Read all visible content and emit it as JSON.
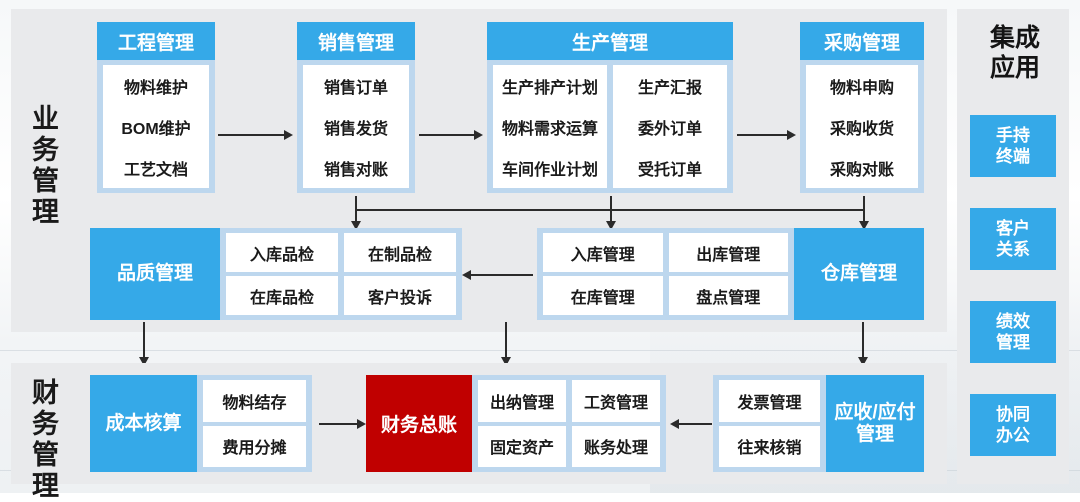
{
  "sections": {
    "business": {
      "label": [
        "业",
        "务",
        "管",
        "理"
      ]
    },
    "finance": {
      "label": [
        "财",
        "务",
        "管",
        "理"
      ]
    }
  },
  "integration": {
    "title": [
      "集成",
      "应用"
    ],
    "buttons": [
      {
        "lines": [
          "手持",
          "终端"
        ]
      },
      {
        "lines": [
          "客户",
          "关系"
        ]
      },
      {
        "lines": [
          "绩效",
          "管理"
        ]
      },
      {
        "lines": [
          "协同",
          "办公"
        ]
      }
    ]
  },
  "business_row1": [
    {
      "header": "工程管理",
      "rows": [
        [
          "物料维护"
        ],
        [
          "BOM维护"
        ],
        [
          "工艺文档"
        ]
      ]
    },
    {
      "header": "销售管理",
      "rows": [
        [
          "销售订单"
        ],
        [
          "销售发货"
        ],
        [
          "销售对账"
        ]
      ]
    },
    {
      "header": "生产管理",
      "rows": [
        [
          "生产排产计划",
          "生产汇报"
        ],
        [
          "物料需求运算",
          "委外订单"
        ],
        [
          "车间作业计划",
          "受托订单"
        ]
      ]
    },
    {
      "header": "采购管理",
      "rows": [
        [
          "物料申购"
        ],
        [
          "采购收货"
        ],
        [
          "采购对账"
        ]
      ]
    }
  ],
  "business_row2": {
    "quality": {
      "label": [
        "品质管理"
      ],
      "rows": [
        [
          "入库品检",
          "在制品检"
        ],
        [
          "在库品检",
          "客户投诉"
        ]
      ],
      "label_side": "left"
    },
    "warehouse": {
      "label": [
        "仓库管理"
      ],
      "rows": [
        [
          "入库管理",
          "出库管理"
        ],
        [
          "在库管理",
          "盘点管理"
        ]
      ],
      "label_side": "right"
    }
  },
  "finance_row": {
    "cost": {
      "label": [
        "成本核算"
      ],
      "rows": [
        [
          "物料结存"
        ],
        [
          "费用分摊"
        ]
      ],
      "label_side": "left"
    },
    "ledger": {
      "label": "财务总账"
    },
    "general": {
      "rows": [
        [
          "出纳管理",
          "工资管理"
        ],
        [
          "固定资产",
          "账务处理"
        ]
      ]
    },
    "payable": {
      "label": [
        "应收/应付",
        "管理"
      ],
      "rows": [
        [
          "发票管理"
        ],
        [
          "往来核销"
        ]
      ],
      "label_side": "right"
    }
  },
  "colors": {
    "accent_blue": "#35a9e8",
    "light_blue": "#bdd7ee",
    "panel_gray": "#e9eaec",
    "red": "#c00000",
    "cell_white": "#ffffff",
    "connector": "#2b2b2b"
  }
}
